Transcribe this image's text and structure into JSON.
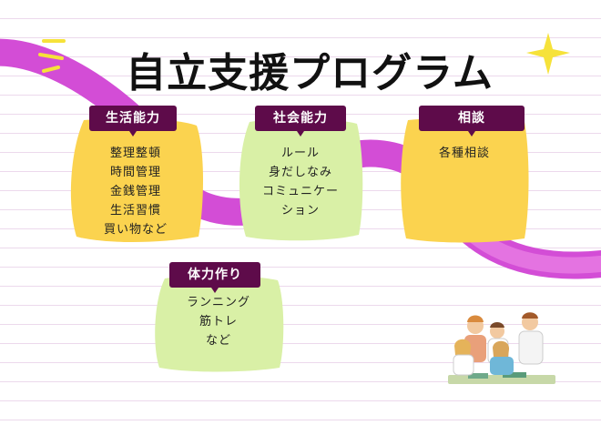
{
  "title": "自立支援プログラム",
  "colors": {
    "purple_ribbon": "#d34dd6",
    "yellow_card": "#fbd34f",
    "green_card": "#d9f0a6",
    "tag_bg": "#5e0b4a",
    "sparkle": "#f6e23a"
  },
  "cards": [
    {
      "tag": "生活能力",
      "items": [
        "整理整頓",
        "時間管理",
        "金銭管理",
        "生活習慣",
        "買い物など"
      ]
    },
    {
      "tag": "社会能力",
      "items": [
        "ルール",
        "身だしなみ",
        "コミュニケー",
        "ション"
      ]
    },
    {
      "tag": "相談",
      "items": [
        "各種相談"
      ]
    },
    {
      "tag": "体力作り",
      "items": [
        "ランニング",
        "筋トレ",
        "など"
      ]
    }
  ],
  "illustration": "group-of-people-icon"
}
